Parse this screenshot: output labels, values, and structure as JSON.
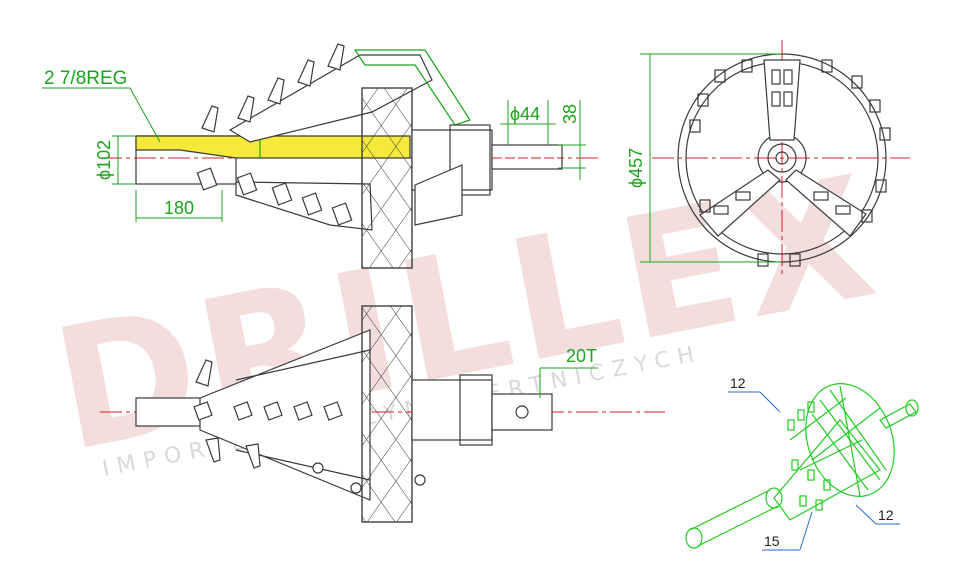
{
  "watermark": {
    "brand": "DRILLEX",
    "tagline": "IMPORTER MASZYN WIERTNICZYCH",
    "color": "#e8b8b8"
  },
  "dimensions": {
    "thread": "2 7/8REG",
    "diameter_pilot": "ϕ102",
    "length_pilot": "180",
    "diameter_shaft": "ϕ44",
    "shaft_flat": "38",
    "diameter_total": "ϕ457",
    "tooth_size": "20T"
  },
  "iso_callouts": {
    "top_label": "12",
    "right_label": "12",
    "bottom_label": "15"
  },
  "colors": {
    "line": "#3a3a3a",
    "dimension": "#1aa51a",
    "centerline": "#d42020",
    "highlight": "#f5ea3a",
    "iso": "#22cc22"
  }
}
